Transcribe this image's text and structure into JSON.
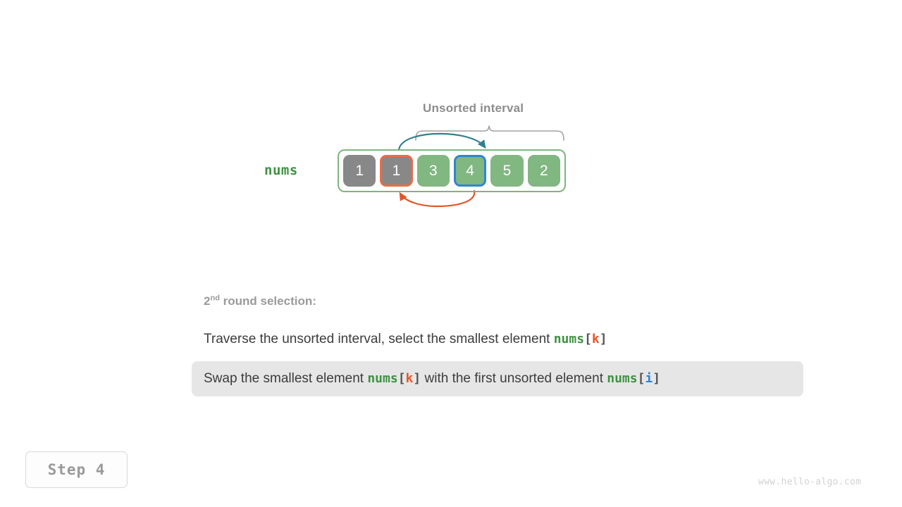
{
  "diagram": {
    "interval_caption": "Unsorted interval",
    "array_label": "nums",
    "cells": [
      {
        "value": "1",
        "fill": "gray",
        "border": "none"
      },
      {
        "value": "1",
        "fill": "gray",
        "border": "orange"
      },
      {
        "value": "3",
        "fill": "green",
        "border": "none"
      },
      {
        "value": "4",
        "fill": "green",
        "border": "blue"
      },
      {
        "value": "5",
        "fill": "green",
        "border": "none"
      },
      {
        "value": "2",
        "fill": "green",
        "border": "none"
      }
    ],
    "arrows": [
      {
        "name": "swap-arrow-forward",
        "color": "#31808c",
        "from_index": 1,
        "to_index": 3,
        "direction": "top"
      },
      {
        "name": "swap-arrow-backward",
        "color": "#e2562a",
        "from_index": 3,
        "to_index": 1,
        "direction": "bottom"
      }
    ],
    "brace": {
      "name": "unsorted-interval-brace",
      "color": "#a0a0a0",
      "start_index": 2,
      "end_index": 5
    }
  },
  "explanation": {
    "round_number": "2",
    "round_ordinal_suffix": "nd",
    "round_heading_rest": " round selection:",
    "line1": {
      "prefix": "Traverse the unsorted interval, select the smallest element ",
      "var": "nums",
      "open_bracket": "[",
      "index": "k",
      "close_bracket": "]"
    },
    "line2": {
      "prefix": "Swap the smallest element ",
      "var1": "nums",
      "open_bracket1": "[",
      "index1": "k",
      "close_bracket1": "]",
      "middle": " with the first unsorted element ",
      "var2": "nums",
      "open_bracket2": "[",
      "index2": "i",
      "close_bracket2": "]"
    }
  },
  "step_badge": "Step 4",
  "watermark": "www.hello-algo.com",
  "colors": {
    "green_fill": "#81b781",
    "gray_fill": "#888888",
    "orange_accent": "#ec6b45",
    "blue_accent": "#2f86d0",
    "teal_arrow": "#31808c",
    "orange_arrow": "#e2562a",
    "brace_gray": "#a0a0a0",
    "highlight_bg": "#e6e6e6",
    "caption_gray": "#8c8c8c",
    "code_green": "#3f9142"
  }
}
